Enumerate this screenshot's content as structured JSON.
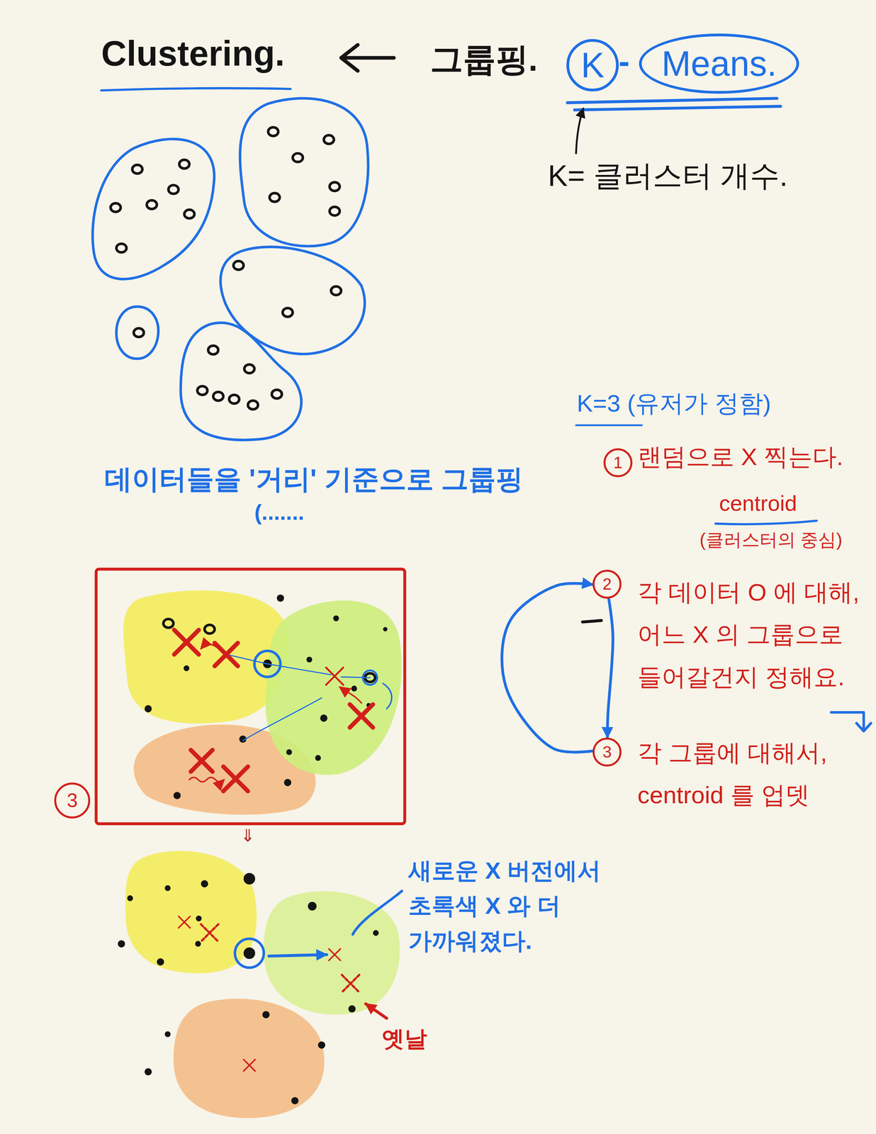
{
  "diagram": {
    "title": "Clustering.",
    "nodes": [
      {
        "text": [
          "K"
        ]
      },
      {
        "text": [
          "Means."
        ]
      },
      {
        "text": [
          "1"
        ]
      },
      {
        "text": [
          "2"
        ]
      },
      {
        "text": [
          "3"
        ]
      },
      {
        "text": [
          "3"
        ]
      }
    ],
    "edges": [
      {
        "from": 3,
        "to": 4,
        "arrow": "to"
      },
      {
        "from": 4,
        "to": 3,
        "arrow": "to"
      }
    ],
    "labels": [
      "그룹핑.",
      "-",
      "K= 클러스터 개수.",
      "데이터들을 '거리' 기준으로 그룹핑",
      "(.......",
      "K=3 (유저가 정함)",
      "랜덤으로 X 찍는다.",
      "centroid",
      "(클러스터의 중심)",
      "각 데이터 O 에 대해, 어느 X 의 그룹으로 들어갈건지 정해요.",
      "각 그룹에 대해서, centroid 를 업뎃",
      "⇓",
      "새로운 X 버전에서 초록색 X 와 더 가까워졌다.",
      "옛날"
    ]
  }
}
